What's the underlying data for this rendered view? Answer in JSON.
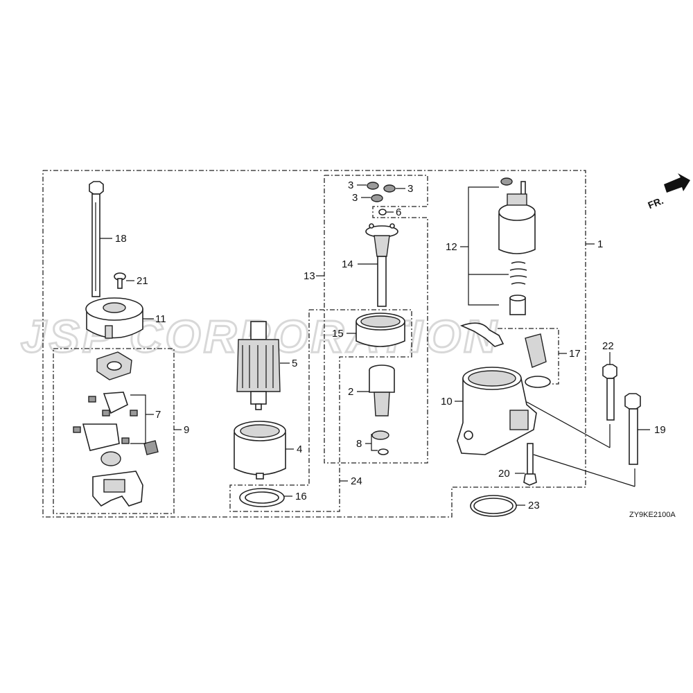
{
  "watermark": "JSP CORPORATION",
  "drawing_code": "ZY9KE2100A",
  "direction_label": "FR.",
  "callouts": {
    "c1": "1",
    "c2": "2",
    "c3a": "3",
    "c3b": "3",
    "c3c": "3",
    "c4": "4",
    "c5": "5",
    "c6": "6",
    "c7": "7",
    "c8": "8",
    "c9": "9",
    "c10": "10",
    "c11": "11",
    "c12": "12",
    "c13": "13",
    "c14": "14",
    "c15": "15",
    "c16": "16",
    "c17": "17",
    "c18": "18",
    "c19": "19",
    "c20": "20",
    "c21": "21",
    "c22": "22",
    "c23": "23",
    "c24": "24"
  }
}
